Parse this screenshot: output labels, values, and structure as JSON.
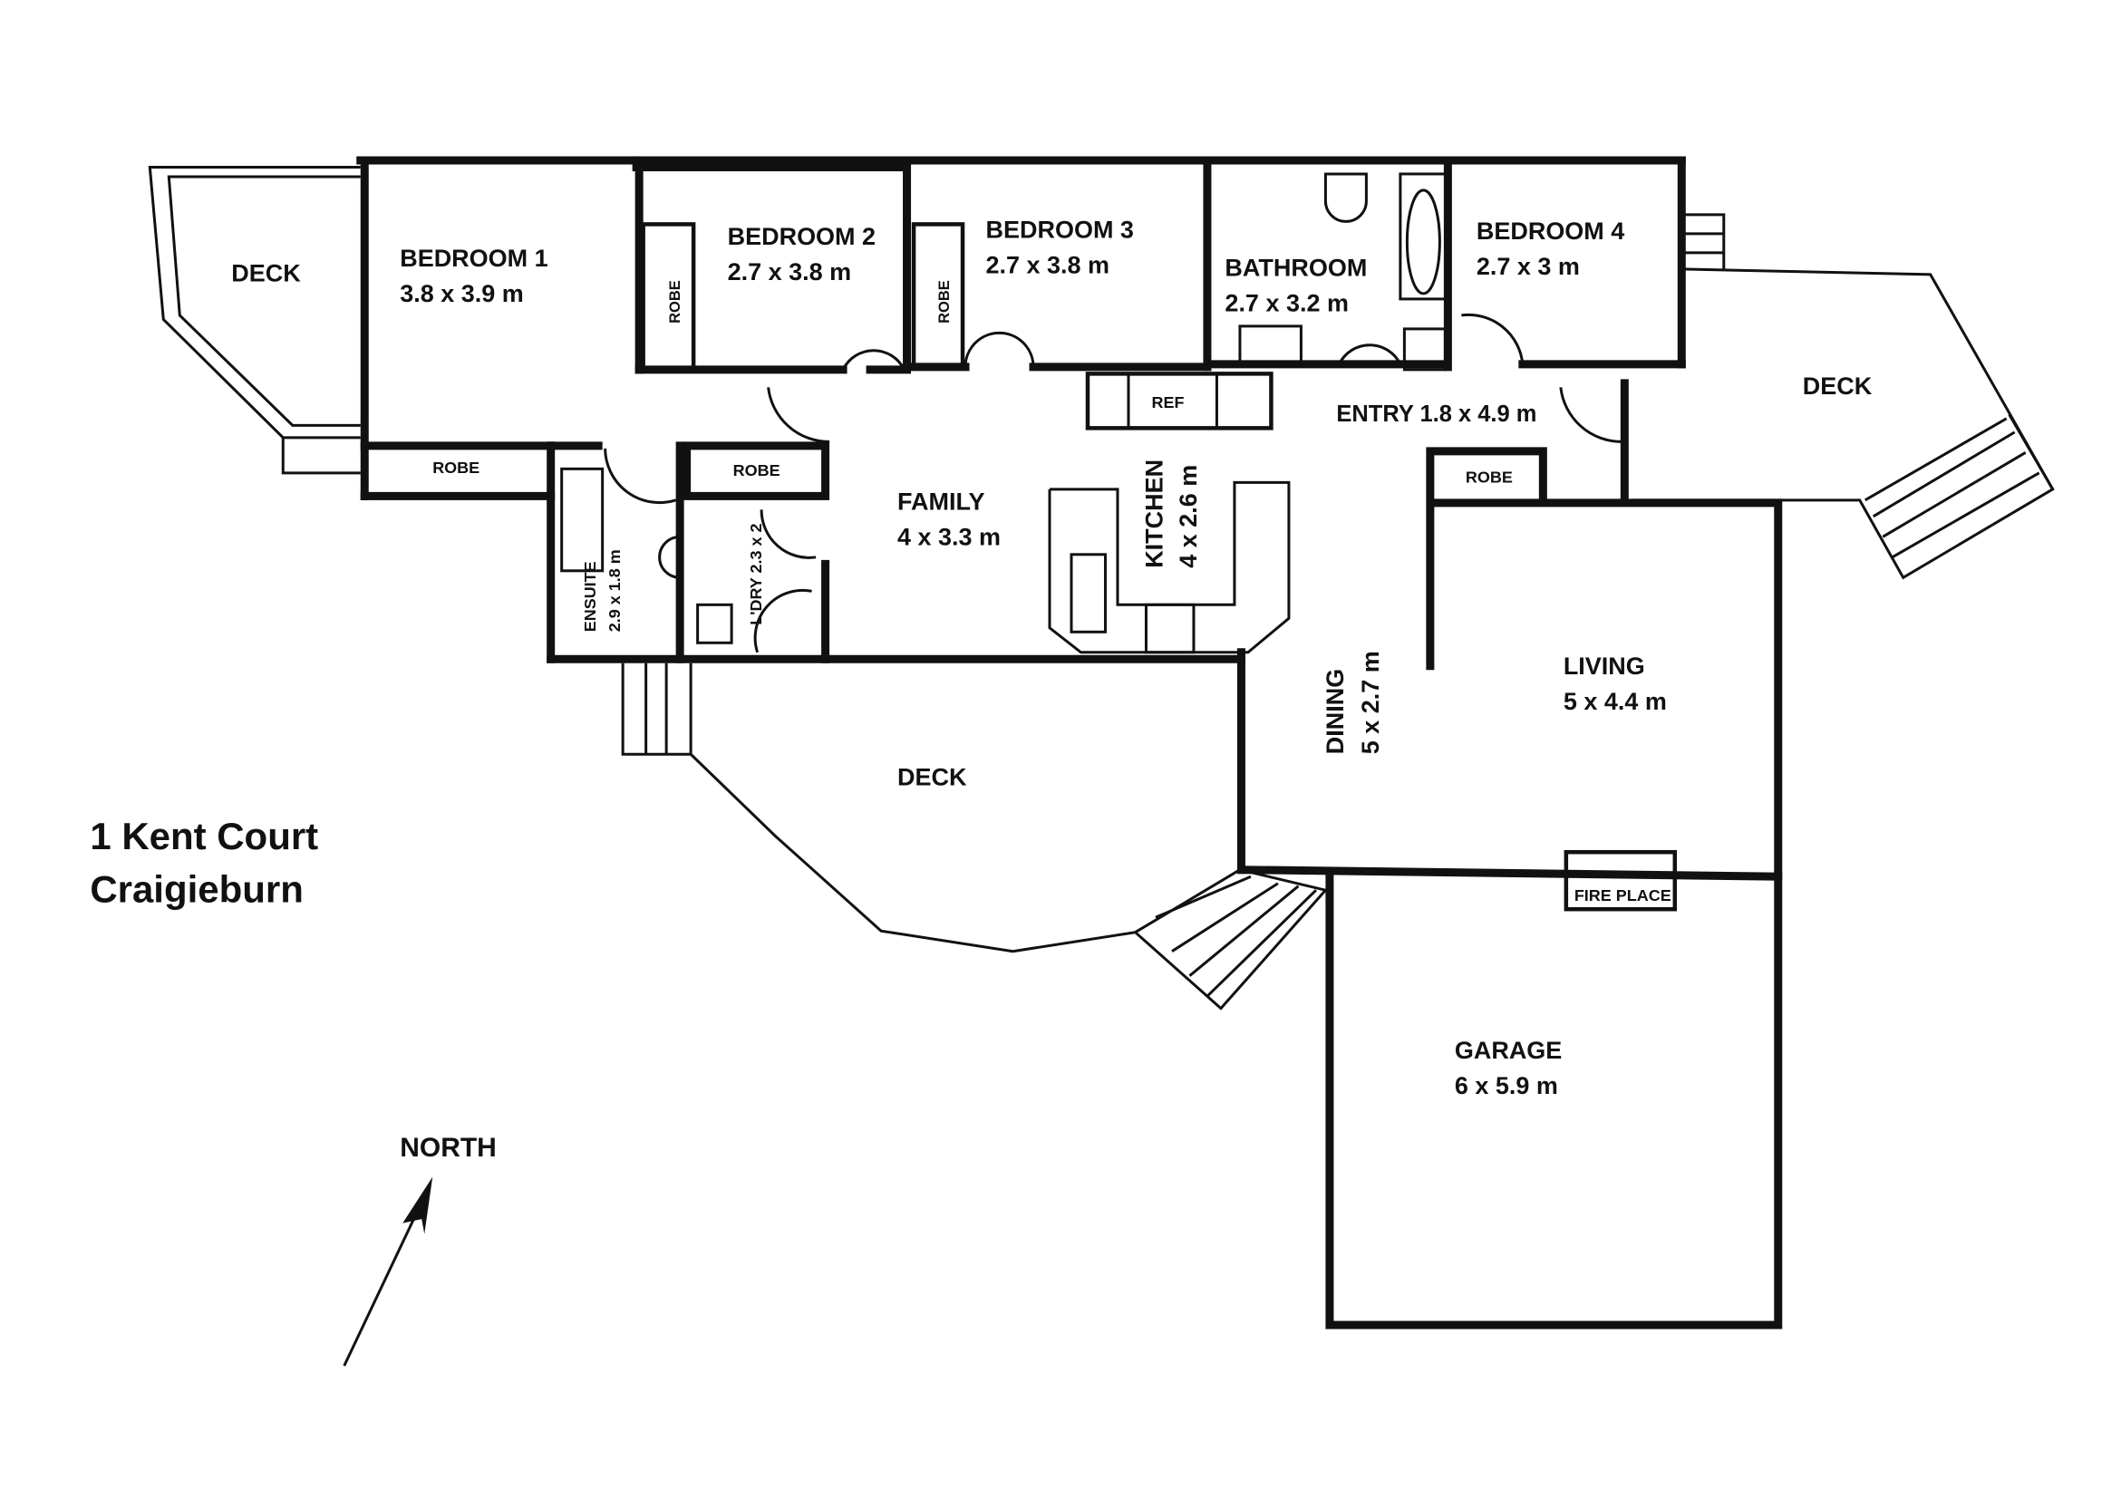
{
  "address": {
    "line1": "1 Kent Court",
    "line2": "Craigieburn"
  },
  "compass": {
    "label": "NORTH"
  },
  "rooms": {
    "bedroom1": {
      "name": "BEDROOM 1",
      "size": "3.8 x 3.9 m"
    },
    "bedroom2": {
      "name": "BEDROOM 2",
      "size": "2.7 x 3.8 m"
    },
    "bedroom3": {
      "name": "BEDROOM 3",
      "size": "2.7 x 3.8 m"
    },
    "bathroom": {
      "name": "BATHROOM",
      "size": "2.7 x 3.2 m"
    },
    "bedroom4": {
      "name": "BEDROOM 4",
      "size": "2.7 x 3 m"
    },
    "entry": {
      "name": "ENTRY 1.8 x 4.9 m"
    },
    "family": {
      "name": "FAMILY",
      "size": "4 x 3.3 m"
    },
    "kitchen": {
      "name": "KITCHEN",
      "size": "4 x 2.6 m"
    },
    "ensuite": {
      "name": "ENSUITE",
      "size": "2.9 x 1.8 m"
    },
    "laundry": {
      "name": "L'DRY 2.3 x 2"
    },
    "dining": {
      "name": "DINING",
      "size": "5 x 2.7 m"
    },
    "living": {
      "name": "LIVING",
      "size": "5 x 4.4 m"
    },
    "garage": {
      "name": "GARAGE",
      "size": "6 x 5.9 m"
    }
  },
  "fixtures": {
    "robe": "ROBE",
    "ref": "REF",
    "fireplace": "FIRE PLACE"
  },
  "decks": {
    "west": "DECK",
    "east": "DECK",
    "south": "DECK"
  }
}
